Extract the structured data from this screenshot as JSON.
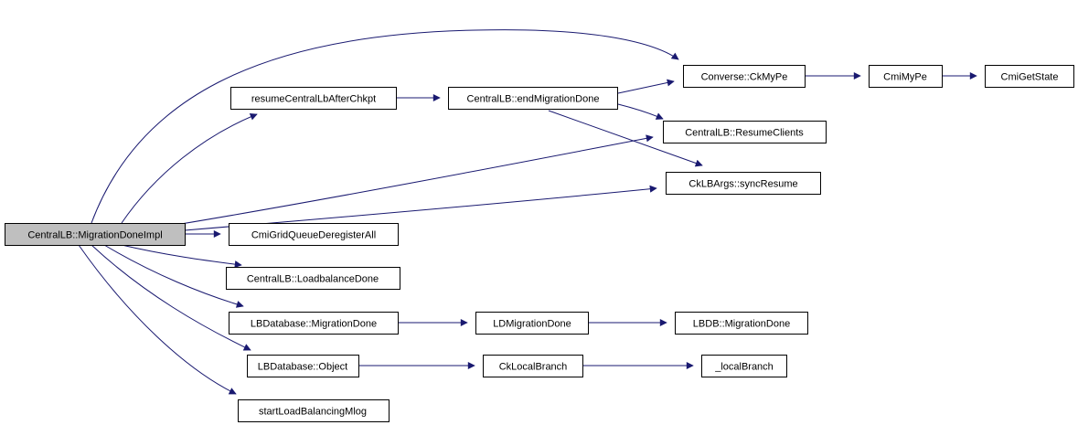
{
  "diagram": {
    "type": "call-graph",
    "edge_color": "#191970",
    "node_border_color": "#000000",
    "node_fill_color": "#ffffff",
    "highlight_fill_color": "#bfbfbf",
    "nodes": {
      "migration_done_impl": {
        "label": "CentralLB::MigrationDoneImpl",
        "highlighted": true
      },
      "resume_central_lb_after_chkpt": {
        "label": "resumeCentralLbAfterChkpt"
      },
      "end_migration_done": {
        "label": "CentralLB::endMigrationDone"
      },
      "converse_ckmype": {
        "label": "Converse::CkMyPe"
      },
      "cmi_mype": {
        "label": "CmiMyPe"
      },
      "cmi_get_state": {
        "label": "CmiGetState"
      },
      "resume_clients": {
        "label": "CentralLB::ResumeClients"
      },
      "sync_resume": {
        "label": "CkLBArgs::syncResume"
      },
      "cmi_grid_queue_deregister_all": {
        "label": "CmiGridQueueDeregisterAll"
      },
      "loadbalance_done": {
        "label": "CentralLB::LoadbalanceDone"
      },
      "lbdatabase_migration_done": {
        "label": "LBDatabase::MigrationDone"
      },
      "ld_migration_done": {
        "label": "LDMigrationDone"
      },
      "lbdb_migration_done": {
        "label": "LBDB::MigrationDone"
      },
      "lbdatabase_object": {
        "label": "LBDatabase::Object"
      },
      "ck_local_branch": {
        "label": "CkLocalBranch"
      },
      "local_branch": {
        "label": "_localBranch"
      },
      "start_load_balancing_mlog": {
        "label": "startLoadBalancingMlog"
      }
    },
    "edges": [
      {
        "from": "migration_done_impl",
        "to": "converse_ckmype"
      },
      {
        "from": "migration_done_impl",
        "to": "resume_central_lb_after_chkpt"
      },
      {
        "from": "migration_done_impl",
        "to": "resume_clients"
      },
      {
        "from": "migration_done_impl",
        "to": "sync_resume"
      },
      {
        "from": "migration_done_impl",
        "to": "cmi_grid_queue_deregister_all"
      },
      {
        "from": "migration_done_impl",
        "to": "loadbalance_done"
      },
      {
        "from": "migration_done_impl",
        "to": "lbdatabase_migration_done"
      },
      {
        "from": "migration_done_impl",
        "to": "lbdatabase_object"
      },
      {
        "from": "migration_done_impl",
        "to": "start_load_balancing_mlog"
      },
      {
        "from": "resume_central_lb_after_chkpt",
        "to": "end_migration_done"
      },
      {
        "from": "end_migration_done",
        "to": "converse_ckmype"
      },
      {
        "from": "end_migration_done",
        "to": "resume_clients"
      },
      {
        "from": "end_migration_done",
        "to": "sync_resume"
      },
      {
        "from": "converse_ckmype",
        "to": "cmi_mype"
      },
      {
        "from": "cmi_mype",
        "to": "cmi_get_state"
      },
      {
        "from": "lbdatabase_migration_done",
        "to": "ld_migration_done"
      },
      {
        "from": "ld_migration_done",
        "to": "lbdb_migration_done"
      },
      {
        "from": "lbdatabase_object",
        "to": "ck_local_branch"
      },
      {
        "from": "ck_local_branch",
        "to": "local_branch"
      }
    ]
  }
}
